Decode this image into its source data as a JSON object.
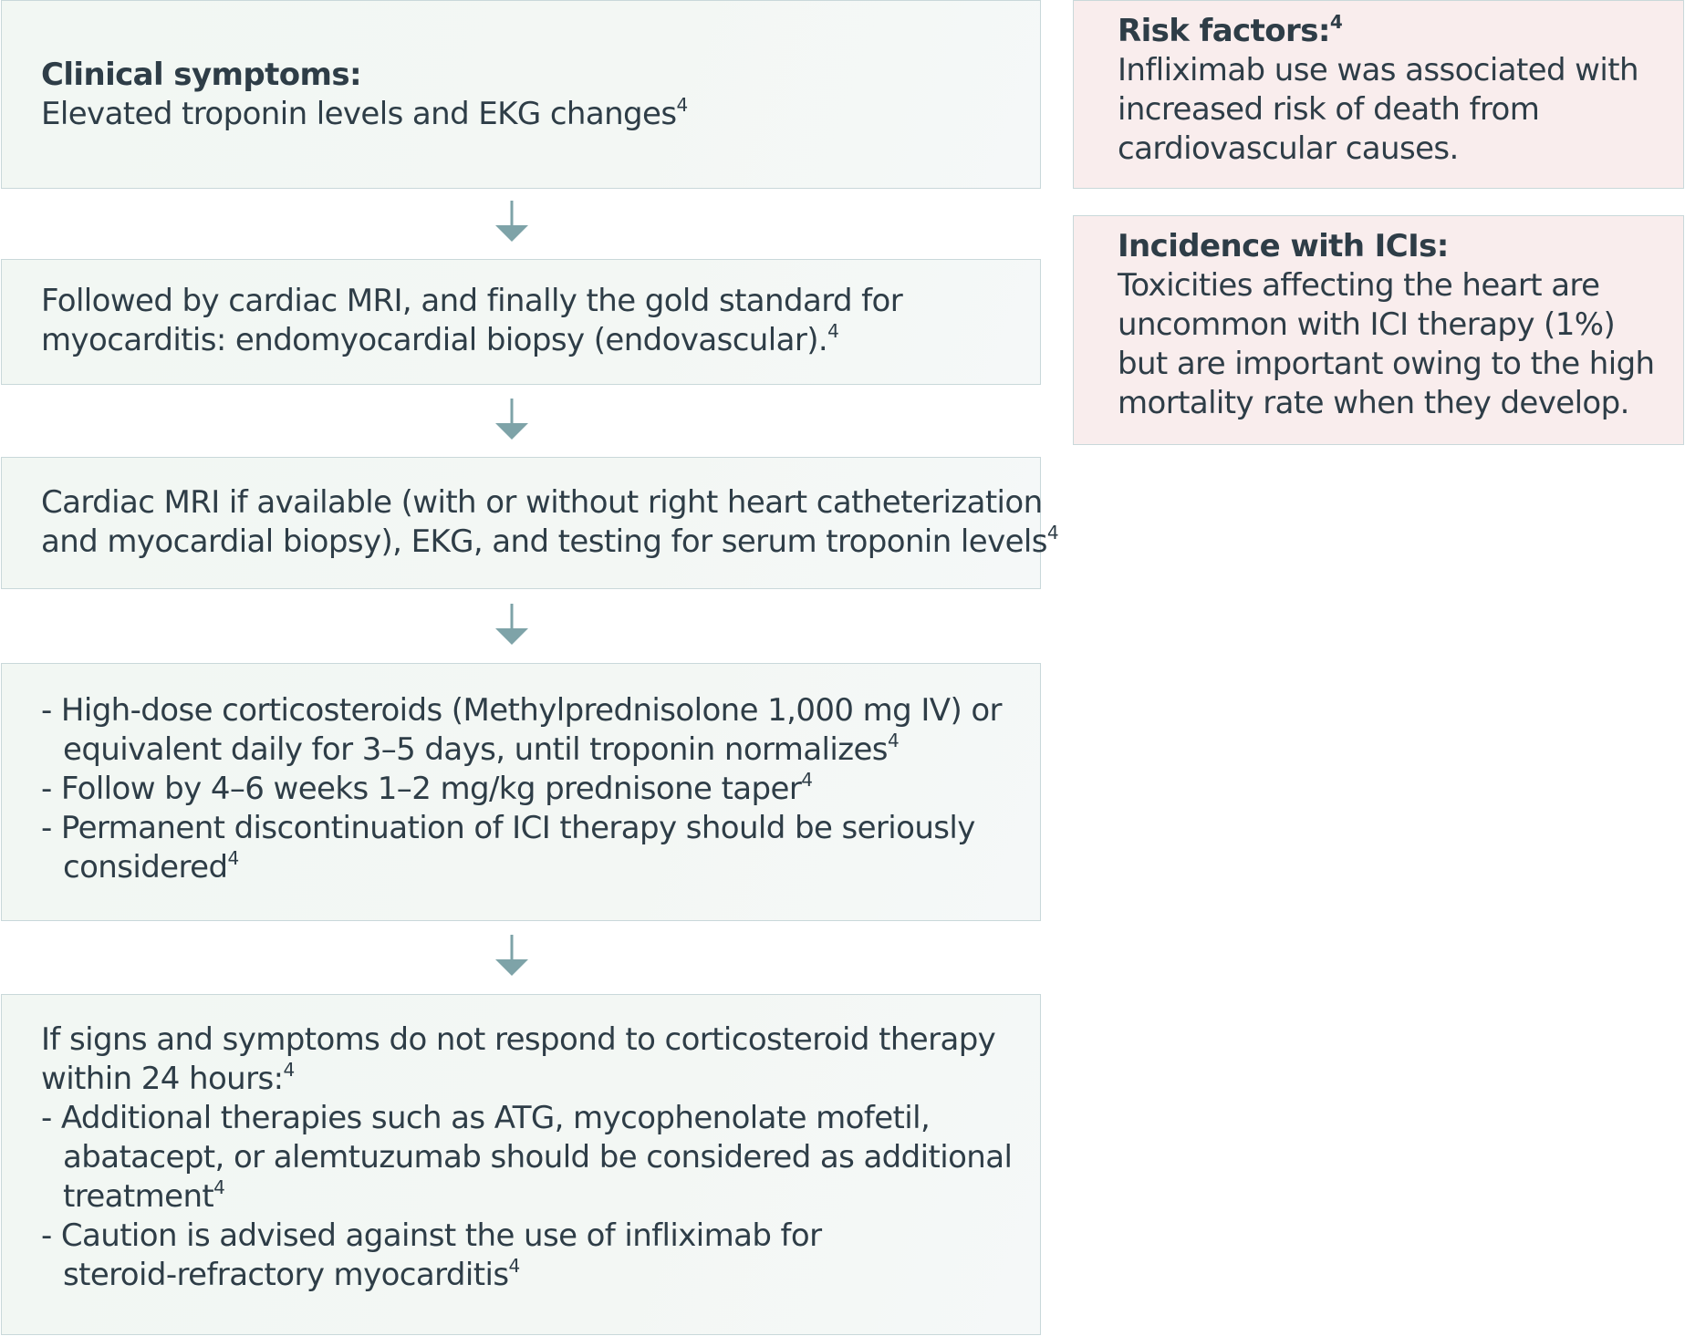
{
  "flow": {
    "step1": {
      "heading": "Clinical symptoms:",
      "text": "Elevated troponin levels and EKG changes",
      "ref": "4"
    },
    "step2": {
      "lines": [
        "Followed by cardiac MRI, and finally the gold standard for",
        "myocarditis: endomyocardial biopsy (endovascular)."
      ],
      "ref": "4"
    },
    "step3": {
      "lines": [
        "Cardiac MRI if available (with or without right heart catheterization",
        "and myocardial biopsy), EKG, and testing for serum troponin levels"
      ],
      "ref": "4"
    },
    "step4": {
      "bullets": [
        {
          "lines": [
            "- High-dose corticosteroids (Methylprednisolone 1,000 mg IV) or",
            "equivalent daily for 3–5 days, until troponin normalizes"
          ],
          "ref": "4"
        },
        {
          "lines": [
            "- Follow by 4–6 weeks 1–2 mg/kg prednisone taper"
          ],
          "ref": "4"
        },
        {
          "lines": [
            "- Permanent discontinuation of ICI therapy should be seriously",
            "considered"
          ],
          "ref": "4"
        }
      ]
    },
    "step5": {
      "intro": [
        "If signs and symptoms do not respond to corticosteroid therapy",
        "within 24 hours:"
      ],
      "intro_ref": "4",
      "bullets": [
        {
          "lines": [
            "- Additional therapies such as ATG, mycophenolate mofetil,",
            "abatacept, or alemtuzumab should be considered as additional",
            "treatment"
          ],
          "ref": "4"
        },
        {
          "lines": [
            "- Caution is advised against the use of infliximab for",
            "steroid-refractory myocarditis"
          ],
          "ref": "4"
        }
      ]
    }
  },
  "side": {
    "risk": {
      "heading": "Risk factors:",
      "heading_ref": "4",
      "lines": [
        "Infliximab use was associated with",
        "increased risk of death from",
        "cardiovascular causes."
      ]
    },
    "incidence": {
      "heading": "Incidence with ICIs:",
      "lines": [
        "Toxicities affecting the heart are",
        "uncommon with ICI therapy (1%)",
        "but are important owing to the high",
        "mortality rate when they develop."
      ]
    }
  },
  "colors": {
    "flow_box_bg": "#f3f7f4",
    "side_box_bg": "#f9eded",
    "border": "#c9d8da",
    "arrow": "#7ea3a8",
    "text": "#2e3d47"
  }
}
